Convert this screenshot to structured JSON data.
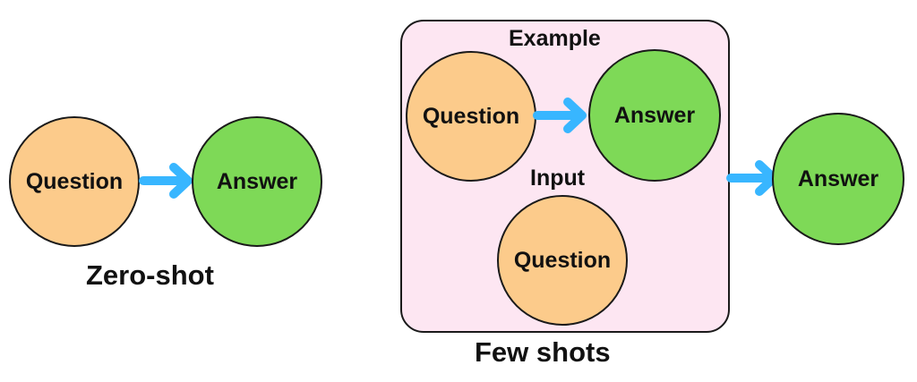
{
  "colors": {
    "question_fill": "#FCCB8B",
    "answer_fill": "#7ED957",
    "arrow": "#38B6FF",
    "box_fill": "#FDE6F2"
  },
  "zero_shot": {
    "question_label": "Question",
    "answer_label": "Answer",
    "caption": "Zero-shot"
  },
  "few_shot": {
    "example_title": "Example",
    "example_question_label": "Question",
    "example_answer_label": "Answer",
    "input_title": "Input",
    "input_question_label": "Question",
    "output_answer_label": "Answer",
    "caption": "Few shots"
  }
}
